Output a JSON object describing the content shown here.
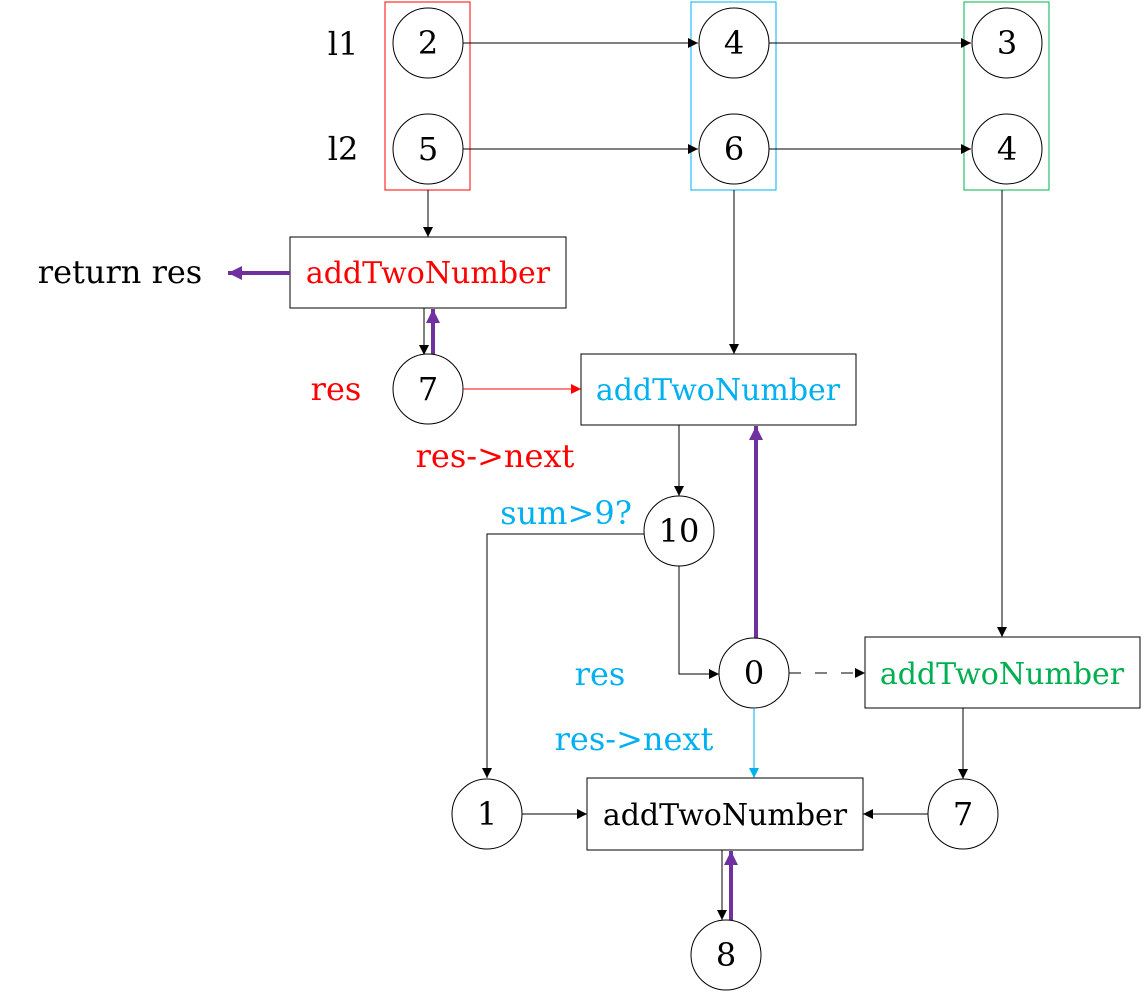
{
  "colors": {
    "black": "#000000",
    "red": "#ff0000",
    "blue": "#00b0f0",
    "green": "#00b050",
    "purple": "#7030a0"
  },
  "list_labels": {
    "l1": "l1",
    "l2": "l2"
  },
  "nodes": {
    "l1_0": "2",
    "l1_1": "4",
    "l1_2": "3",
    "l2_0": "5",
    "l2_1": "6",
    "l2_2": "4",
    "res_first": "7",
    "sum_node": "10",
    "res_second": "0",
    "carry_node": "1",
    "third_result": "7",
    "last_node": "8"
  },
  "functions": {
    "call_1": "addTwoNumber",
    "call_2": "addTwoNumber",
    "call_3": "addTwoNumber",
    "call_4": "addTwoNumber"
  },
  "annotations": {
    "return_res": "return res",
    "res_red": "res",
    "res_next_red": "res->next",
    "sum_check": "sum>9?",
    "res_blue": "res",
    "res_next_blue": "res->next"
  }
}
